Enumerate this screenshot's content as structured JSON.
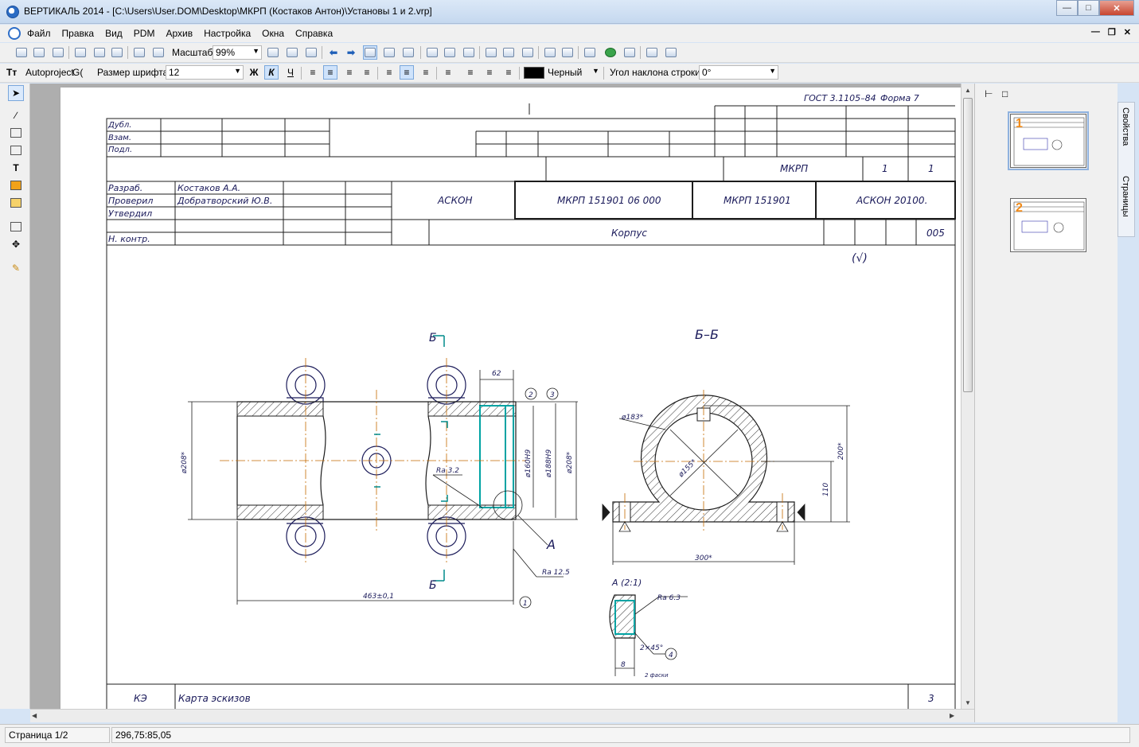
{
  "window": {
    "title": "ВЕРТИКАЛЬ 2014 - [C:\\Users\\User.DOM\\Desktop\\МКРП (Костаков Антон)\\Установы 1 и 2.vrp]"
  },
  "menu": {
    "items": [
      "Файл",
      "Правка",
      "Вид",
      "PDM",
      "Архив",
      "Настройка",
      "Окна",
      "Справка"
    ]
  },
  "toolbar": {
    "scale_label": "Масштаб",
    "scale_value": "99%",
    "font_name": "Autoproject",
    "font_name_suffix": "G(",
    "font_size_label": "Размер шрифта",
    "font_size_value": "12",
    "bold": "Ж",
    "italic": "К",
    "underline": "Ч",
    "color_name": "Черный",
    "color_value": "#000000",
    "angle_label": "Угол наклона строки",
    "angle_value": "0°"
  },
  "stamp": {
    "gost": "ГОСТ 3.1105–84",
    "form": "Форма 7",
    "dubl": "Дубл.",
    "vzam": "Взам.",
    "podl": "Подл.",
    "mkrp": "МКРП",
    "sheet_a": "1",
    "sheet_b": "1",
    "razrab_label": "Разраб.",
    "razrab_name": "Костаков А.А.",
    "proveril_label": "Проверил",
    "proveril_name": "Добратворский Ю.В.",
    "utverdil_label": "Утвердил",
    "nkontr_label": "Н. контр.",
    "org": "АСКОН",
    "doc_code": "МКРП 151901 06 000",
    "doc_code2": "МКРП 151901",
    "doc_code3": "АСКОН 20100.",
    "part_name": "Корпус",
    "op_number": "005",
    "roughness_mark": "(√)",
    "bottom_code": "КЭ",
    "bottom_title": "Карта эскизов",
    "bottom_page": "3"
  },
  "drawing": {
    "section_label": "Б–Б",
    "cut_b": "Б",
    "cut_b_bottom": "Б",
    "view_a": "А",
    "view_a_detail": "А (2:1)",
    "dim_62": "62",
    "dim_463": "463±0,1",
    "dim_300": "300*",
    "dim_200": "200*",
    "dim_110": "110",
    "dim_d183": "ø183*",
    "dim_d155": "ø155*",
    "dim_d208_left": "ø208*",
    "dim_d208_right": "ø208*",
    "dim_d160": "ø160H9",
    "dim_d188": "ø188H9",
    "ra_32": "Ra 3.2",
    "ra_125": "Ra 12.5",
    "ra_63": "Ra 6.3",
    "chamfer": "2×45°",
    "dim_8": "8",
    "chamfer_note": "2 фаски",
    "ball_1": "1",
    "ball_2": "2",
    "ball_3": "3",
    "ball_4": "4"
  },
  "pages_panel": {
    "page1": "1",
    "page2": "2",
    "tab_properties": "Свойства",
    "tab_pages": "Страницы"
  },
  "status": {
    "page": "Страница 1/2",
    "coords": "296,75:85,05"
  }
}
